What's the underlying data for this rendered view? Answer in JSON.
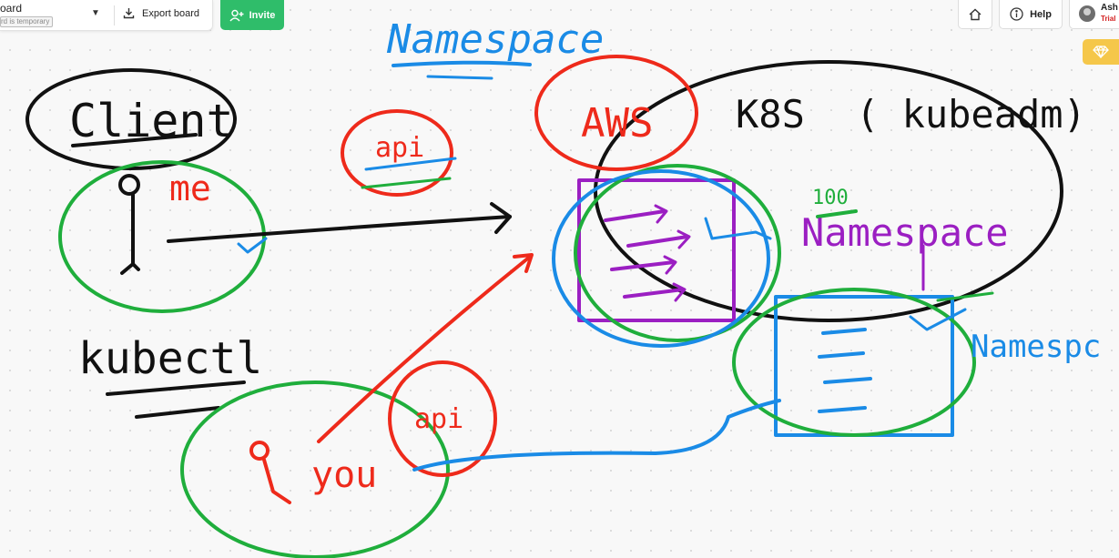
{
  "toolbar": {
    "board_title": "oard",
    "board_temporary": "rd is temporary",
    "export_label": "Export board",
    "invite_label": "Invite"
  },
  "topright": {
    "help_label": "Help",
    "user_name": "Ash",
    "user_status": "Trial"
  },
  "drawing": {
    "title": "Namespace",
    "client": "Client",
    "me": "me",
    "kubectl": "kubectl",
    "api_1": "api",
    "aws": "AWS",
    "k8s": "K8S",
    "kubeadm": "( kubeadm)",
    "hundred": "100",
    "namespace_purple": "Namespace",
    "namespace_blue": "Namespc",
    "you": "you",
    "api_2": "api"
  },
  "colors": {
    "black": "#111111",
    "red": "#ee2a1b",
    "green": "#1fae3c",
    "blue": "#1a8be6",
    "purple": "#9b1fc2",
    "invite_green": "#2fbd6a",
    "gem_yellow": "#f5c74a"
  },
  "icons": [
    "caret-down-icon",
    "export-icon",
    "add-user-icon",
    "home-icon",
    "info-icon",
    "gem-icon"
  ]
}
